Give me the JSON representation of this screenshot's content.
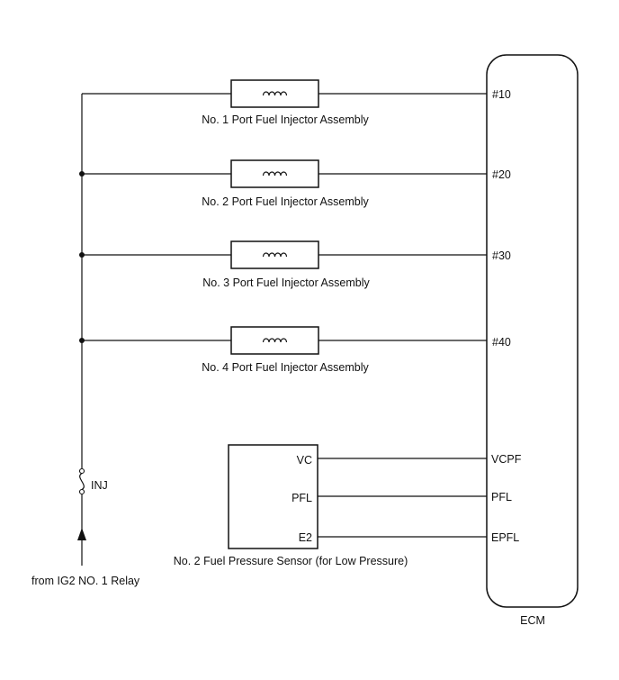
{
  "injectors": [
    {
      "label": "No. 1 Port Fuel Injector Assembly",
      "ecm_pin": "#10"
    },
    {
      "label": "No. 2 Port Fuel Injector Assembly",
      "ecm_pin": "#20"
    },
    {
      "label": "No. 3 Port Fuel Injector Assembly",
      "ecm_pin": "#30"
    },
    {
      "label": "No. 4 Port Fuel Injector Assembly",
      "ecm_pin": "#40"
    }
  ],
  "fuse": {
    "label": "INJ"
  },
  "power_source": {
    "label": "from IG2 NO. 1 Relay"
  },
  "sensor": {
    "label": "No. 2 Fuel Pressure Sensor (for Low Pressure)",
    "pins": [
      {
        "sensor_pin": "VC",
        "ecm_pin": "VCPF"
      },
      {
        "sensor_pin": "PFL",
        "ecm_pin": "PFL"
      },
      {
        "sensor_pin": "E2",
        "ecm_pin": "EPFL"
      }
    ]
  },
  "ecm": {
    "label": "ECM"
  }
}
